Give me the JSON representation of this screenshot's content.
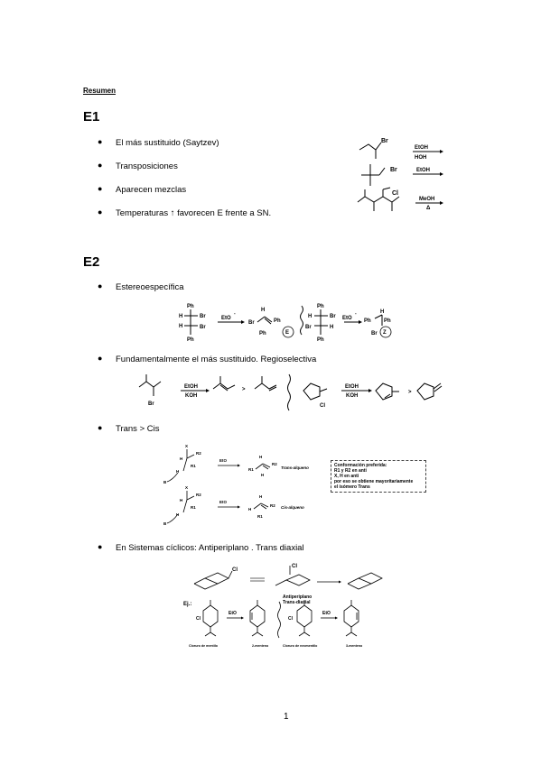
{
  "heading": "Resumen",
  "e1": {
    "title": "E1",
    "bullets": [
      "El más sustituido (Saytzev)",
      "Transposiciones",
      "Aparecen mezclas",
      "Temperaturas ↑ favorecen E frente a SN."
    ],
    "reactions": {
      "r1_above": "EtOH",
      "r1_below": "HOH",
      "r1_group": "Br",
      "r2_above": "EtOH",
      "r2_group": "Br",
      "r3_above": "MeOH",
      "r3_below": "Δ",
      "r3_group": "Cl"
    }
  },
  "e2": {
    "title": "E2",
    "bullets": [
      "Estereoespecífica",
      "Fundamentalmente el más sustituido. Regioselectiva",
      "Trans > Cis",
      "En Sistemas cíclicos: Antiperiplano . Trans diaxial"
    ],
    "stereo": {
      "reagent": "EtO",
      "charge": "-",
      "ph": "Ph",
      "h": "H",
      "br": "Br",
      "iso_e": "E",
      "iso_z": "Z"
    },
    "regio": {
      "br": "Br",
      "cl": "Cl",
      "above": "EtOH",
      "below": "KOH",
      "gt": ">"
    },
    "transcis": {
      "reagent": "EtO",
      "trans_label": "Trans-alqueno",
      "cis_label": "Cis-alqueno",
      "x": "X",
      "b": "B",
      "r1": "R1",
      "r2": "R2",
      "h": "H",
      "note": [
        "Conformación preferida:",
        "R1 y R2 en anti",
        "X, H en anti",
        "por eso se obtiene mayoritariamente",
        "el isómero Trans"
      ]
    },
    "cyclic": {
      "cl": "Cl",
      "anti_1": "Antiperiplano",
      "anti_2": "Trans-diaxial",
      "ej": "Ej.:",
      "reagent": "EtO",
      "l1": "Cloruro de mentilo",
      "l2": "2-menteno",
      "l3": "Cloruro de neomentilo",
      "l4": "3-menteno"
    }
  },
  "page_number": "1"
}
